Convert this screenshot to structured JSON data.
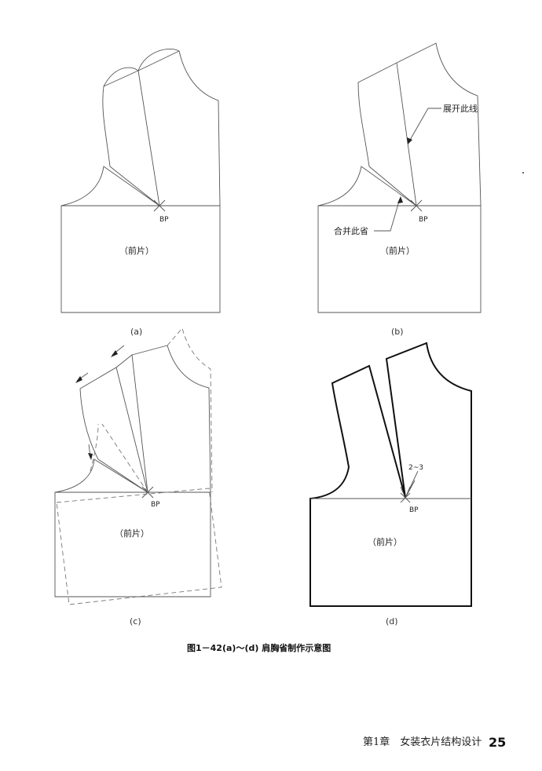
{
  "panels": {
    "a": {
      "caption": "(a)",
      "piece_label": "（前片）",
      "bp_label": "BP"
    },
    "b": {
      "caption": "(b)",
      "piece_label": "（前片）",
      "bp_label": "BP",
      "annotation_open": "展开此线",
      "annotation_close": "合并此省"
    },
    "c": {
      "caption": "(c)",
      "piece_label": "（前片）",
      "bp_label": "BP"
    },
    "d": {
      "caption": "(d)",
      "piece_label": "（前片）",
      "bp_label": "BP",
      "dart_size": "2~3"
    }
  },
  "figure_title": "图1－42(a)～(d) 肩胸省制作示意图",
  "footer": {
    "chapter": "第1章　女装衣片结构设计",
    "page_number": "25"
  }
}
